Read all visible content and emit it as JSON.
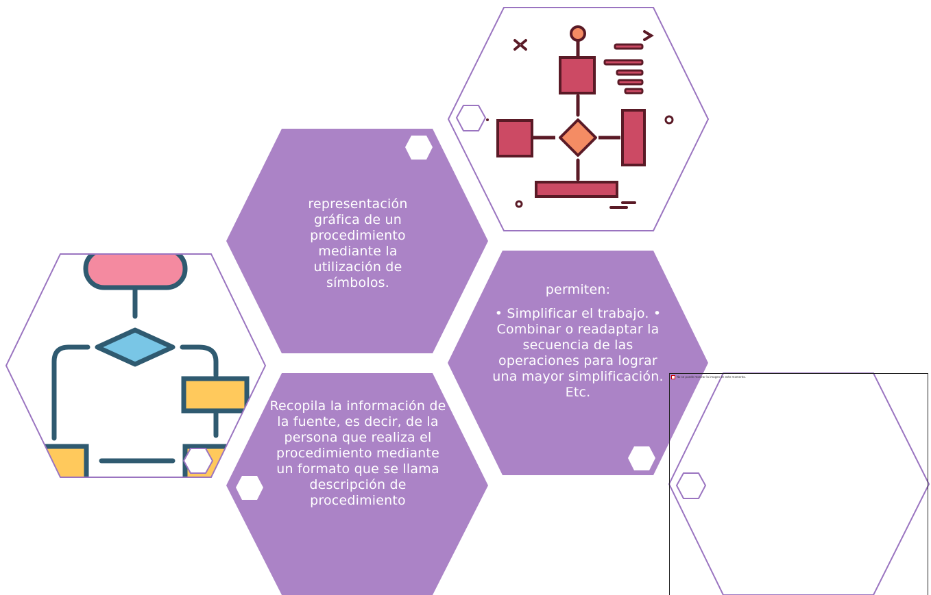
{
  "colors": {
    "purple": "#ab83c6",
    "outline": "#9a74c0",
    "white": "#ffffff",
    "pink": "#f48aa0",
    "teal_dark": "#2f5a70",
    "sky": "#79c6e6",
    "yellow": "#ffc95c",
    "maroon": "#5a1a26",
    "rose": "#cc4a64",
    "orange": "#f48c64"
  },
  "hexagons": {
    "definition": {
      "text": "representación gráfica de un procedimiento mediante la utilización de símbolos."
    },
    "benefits": {
      "heading": "permiten:",
      "text": "• Simplificar el trabajo. • Combinar o readaptar la secuencia de las operaciones para lograr una mayor simplificación. Etc."
    },
    "collection": {
      "text": "Recopila la información de la fuente, es decir, de la persona que realiza el procedimiento mediante un formato que se llama descripción de procedimiento"
    }
  },
  "illustrations": {
    "flowchart_left": {
      "icon": "flowchart-icon"
    },
    "flowchart_top": {
      "icon": "process-diagram-icon"
    },
    "broken_image": {
      "icon": "broken-image-icon",
      "label": "No se puede mostrar la imagen en este momento."
    }
  }
}
